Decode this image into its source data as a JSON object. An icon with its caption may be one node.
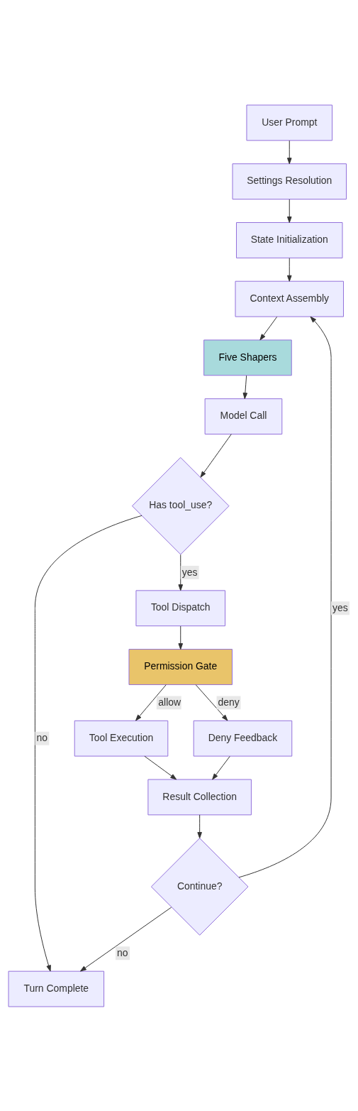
{
  "diagram": {
    "nodes": [
      {
        "text": [
          "User Prompt"
        ]
      },
      {
        "text": [
          "Settings Resolution"
        ]
      },
      {
        "text": [
          "State Initialization"
        ]
      },
      {
        "text": [
          "Context Assembly"
        ]
      },
      {
        "text": [
          "Five Shapers"
        ]
      },
      {
        "text": [
          "Model Call"
        ]
      },
      {
        "text": [
          "Has tool_use?"
        ]
      },
      {
        "text": [
          "Tool Dispatch"
        ]
      },
      {
        "text": [
          "Permission Gate"
        ]
      },
      {
        "text": [
          "Tool Execution"
        ]
      },
      {
        "text": [
          "Deny Feedback"
        ]
      },
      {
        "text": [
          "Result Collection"
        ]
      },
      {
        "text": [
          "Continue?"
        ]
      },
      {
        "text": [
          "Turn Complete"
        ]
      }
    ],
    "edges": [
      {
        "from": 0,
        "to": 1,
        "arrow": "to"
      },
      {
        "from": 1,
        "to": 2,
        "arrow": "to"
      },
      {
        "from": 2,
        "to": 3,
        "arrow": "to"
      },
      {
        "from": 3,
        "to": 4,
        "arrow": "to"
      },
      {
        "from": 4,
        "to": 5,
        "arrow": "to"
      },
      {
        "from": 5,
        "to": 6,
        "arrow": "to"
      },
      {
        "from": 6,
        "to": 7,
        "label": "yes",
        "arrow": "to"
      },
      {
        "from": 6,
        "to": 13,
        "label": "no",
        "arrow": "to"
      },
      {
        "from": 7,
        "to": 8,
        "arrow": "to"
      },
      {
        "from": 8,
        "to": 9,
        "label": "allow",
        "arrow": "to"
      },
      {
        "from": 8,
        "to": 10,
        "label": "deny",
        "arrow": "to"
      },
      {
        "from": 9,
        "to": 11,
        "arrow": "to"
      },
      {
        "from": 10,
        "to": 11,
        "arrow": "to"
      },
      {
        "from": 11,
        "to": 12,
        "arrow": "to"
      },
      {
        "from": 12,
        "to": 3,
        "label": "yes",
        "arrow": "to"
      },
      {
        "from": 12,
        "to": 13,
        "label": "no",
        "arrow": "to"
      }
    ]
  }
}
